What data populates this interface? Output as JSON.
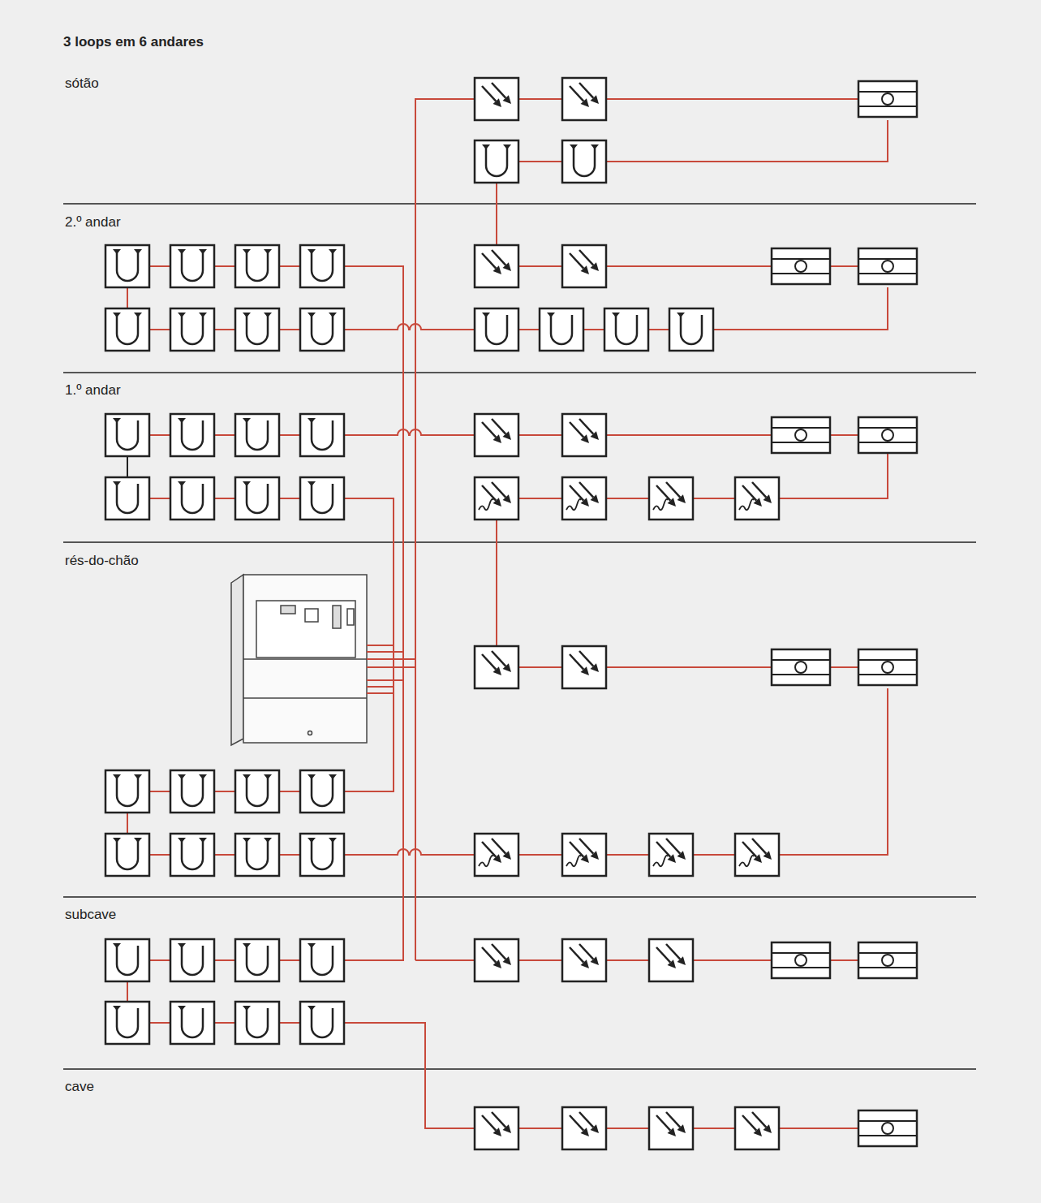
{
  "diagram": {
    "title": "3 loops em 6 andares",
    "labels": [
      "sótão",
      "2.º andar",
      "1.º andar",
      "rés-do-chão",
      "subcave",
      "cave"
    ]
  }
}
